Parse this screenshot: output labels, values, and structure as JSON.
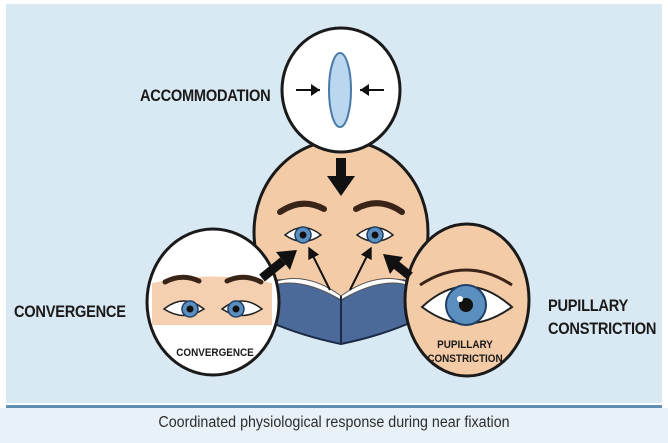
{
  "labels": {
    "accommodation": "ACCOMMODATION",
    "convergence": "CONVERGENCE",
    "pupillary_line1": "PUPILLARY",
    "pupillary_line2": "CONSTRICTION"
  },
  "inner_labels": {
    "convergence": "CONVERGENCE",
    "pupillary_line1": "PUPILLARY",
    "pupillary_line2": "CONSTRICTION"
  },
  "caption": "Coordinated physiological response during near fixation",
  "colors": {
    "background": "#d9e9f3",
    "skin": "#f3cba7",
    "iris": "#5b8fc0",
    "book": "#4b6a9a",
    "divider": "#5f8fb0"
  }
}
